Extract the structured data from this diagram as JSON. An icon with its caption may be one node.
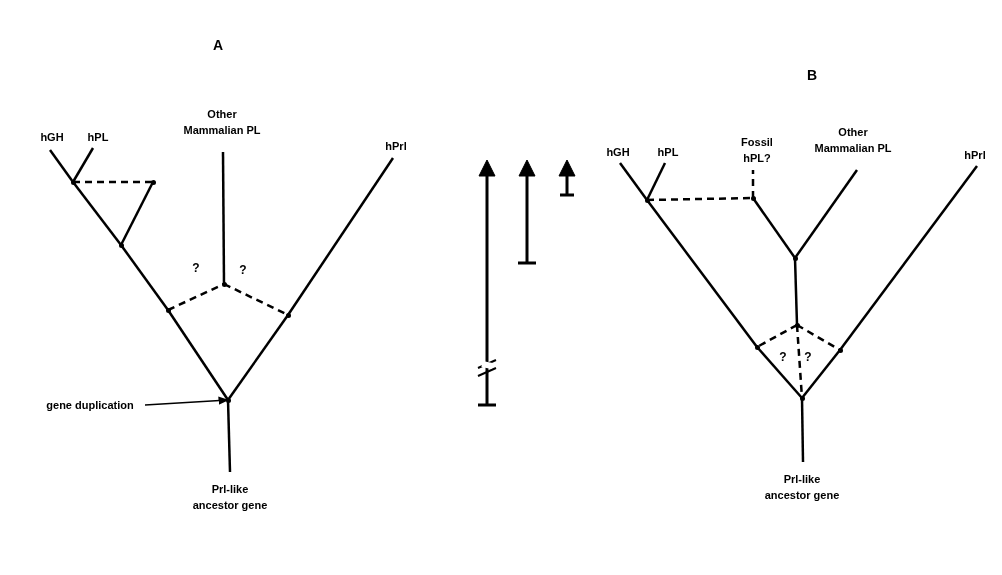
{
  "diagram": {
    "nodes": [
      {
        "text": [
          "hGH"
        ]
      },
      {
        "text": [
          "hPL"
        ]
      },
      {
        "text": [
          "Other Mammalian PL"
        ]
      },
      {
        "text": [
          "hPrl"
        ]
      },
      {
        "text": [
          "gene duplication"
        ]
      },
      {
        "text": [
          "Prl-like ancestor gene"
        ]
      },
      {
        "text": [],
        "shape": "point"
      },
      {
        "text": [],
        "shape": "point"
      },
      {
        "text": [],
        "shape": "point"
      },
      {
        "text": [],
        "shape": "point"
      },
      {
        "text": [],
        "shape": "point"
      },
      {
        "text": [],
        "shape": "point"
      },
      {
        "text": [],
        "shape": "point"
      },
      {
        "text": [
          "hGH"
        ]
      },
      {
        "text": [
          "hPL"
        ]
      },
      {
        "text": [
          "Fossil hPL?"
        ]
      },
      {
        "text": [
          "Other Mammalian PL"
        ]
      },
      {
        "text": [
          "hPrl"
        ]
      },
      {
        "text": [
          "Prl-like ancestor gene"
        ]
      },
      {
        "text": [],
        "shape": "point"
      },
      {
        "text": [],
        "shape": "point"
      },
      {
        "text": [],
        "shape": "point"
      },
      {
        "text": [],
        "shape": "point"
      },
      {
        "text": [],
        "shape": "point"
      },
      {
        "text": [],
        "shape": "point"
      },
      {
        "text": [],
        "shape": "point"
      }
    ],
    "edges": [
      {
        "from": 6,
        "to": 5,
        "arrow": "none"
      },
      {
        "from": 6,
        "to": 12,
        "arrow": "none"
      },
      {
        "from": 12,
        "to": 3,
        "arrow": "none"
      },
      {
        "from": 6,
        "to": 10,
        "arrow": "none"
      },
      {
        "from": 10,
        "to": 9,
        "arrow": "none"
      },
      {
        "from": 9,
        "to": 7,
        "arrow": "none"
      },
      {
        "from": 7,
        "to": 0,
        "arrow": "none"
      },
      {
        "from": 7,
        "to": 1,
        "arrow": "none"
      },
      {
        "from": 7,
        "to": 8,
        "arrow": "none",
        "style": "dashed"
      },
      {
        "from": 8,
        "to": 9,
        "arrow": "none"
      },
      {
        "from": 10,
        "to": 11,
        "arrow": "none",
        "style": "dashed"
      },
      {
        "from": 11,
        "to": 12,
        "arrow": "none",
        "style": "dashed"
      },
      {
        "from": 11,
        "to": 2,
        "arrow": "none"
      },
      {
        "from": 4,
        "to": 6,
        "arrow": "to"
      },
      {
        "from": 19,
        "to": 18,
        "arrow": "none"
      },
      {
        "from": 19,
        "to": 24,
        "arrow": "none"
      },
      {
        "from": 24,
        "to": 20,
        "arrow": "none"
      },
      {
        "from": 20,
        "to": 13,
        "arrow": "none"
      },
      {
        "from": 20,
        "to": 14,
        "arrow": "none"
      },
      {
        "from": 20,
        "to": 21,
        "arrow": "none",
        "style": "dashed"
      },
      {
        "from": 21,
        "to": 15,
        "arrow": "none",
        "style": "dashed"
      },
      {
        "from": 21,
        "to": 22,
        "arrow": "none"
      },
      {
        "from": 22,
        "to": 16,
        "arrow": "none"
      },
      {
        "from": 22,
        "to": 23,
        "arrow": "none"
      },
      {
        "from": 23,
        "to": 19,
        "arrow": "none",
        "style": "dashed"
      },
      {
        "from": 23,
        "to": 24,
        "arrow": "none",
        "style": "dashed"
      },
      {
        "from": 23,
        "to": 25,
        "arrow": "none",
        "style": "dashed"
      },
      {
        "from": 19,
        "to": 25,
        "arrow": "none"
      },
      {
        "from": 25,
        "to": 17,
        "arrow": "none"
      }
    ],
    "labels": [
      "A",
      "B",
      "?",
      "?",
      "?",
      "?"
    ]
  }
}
